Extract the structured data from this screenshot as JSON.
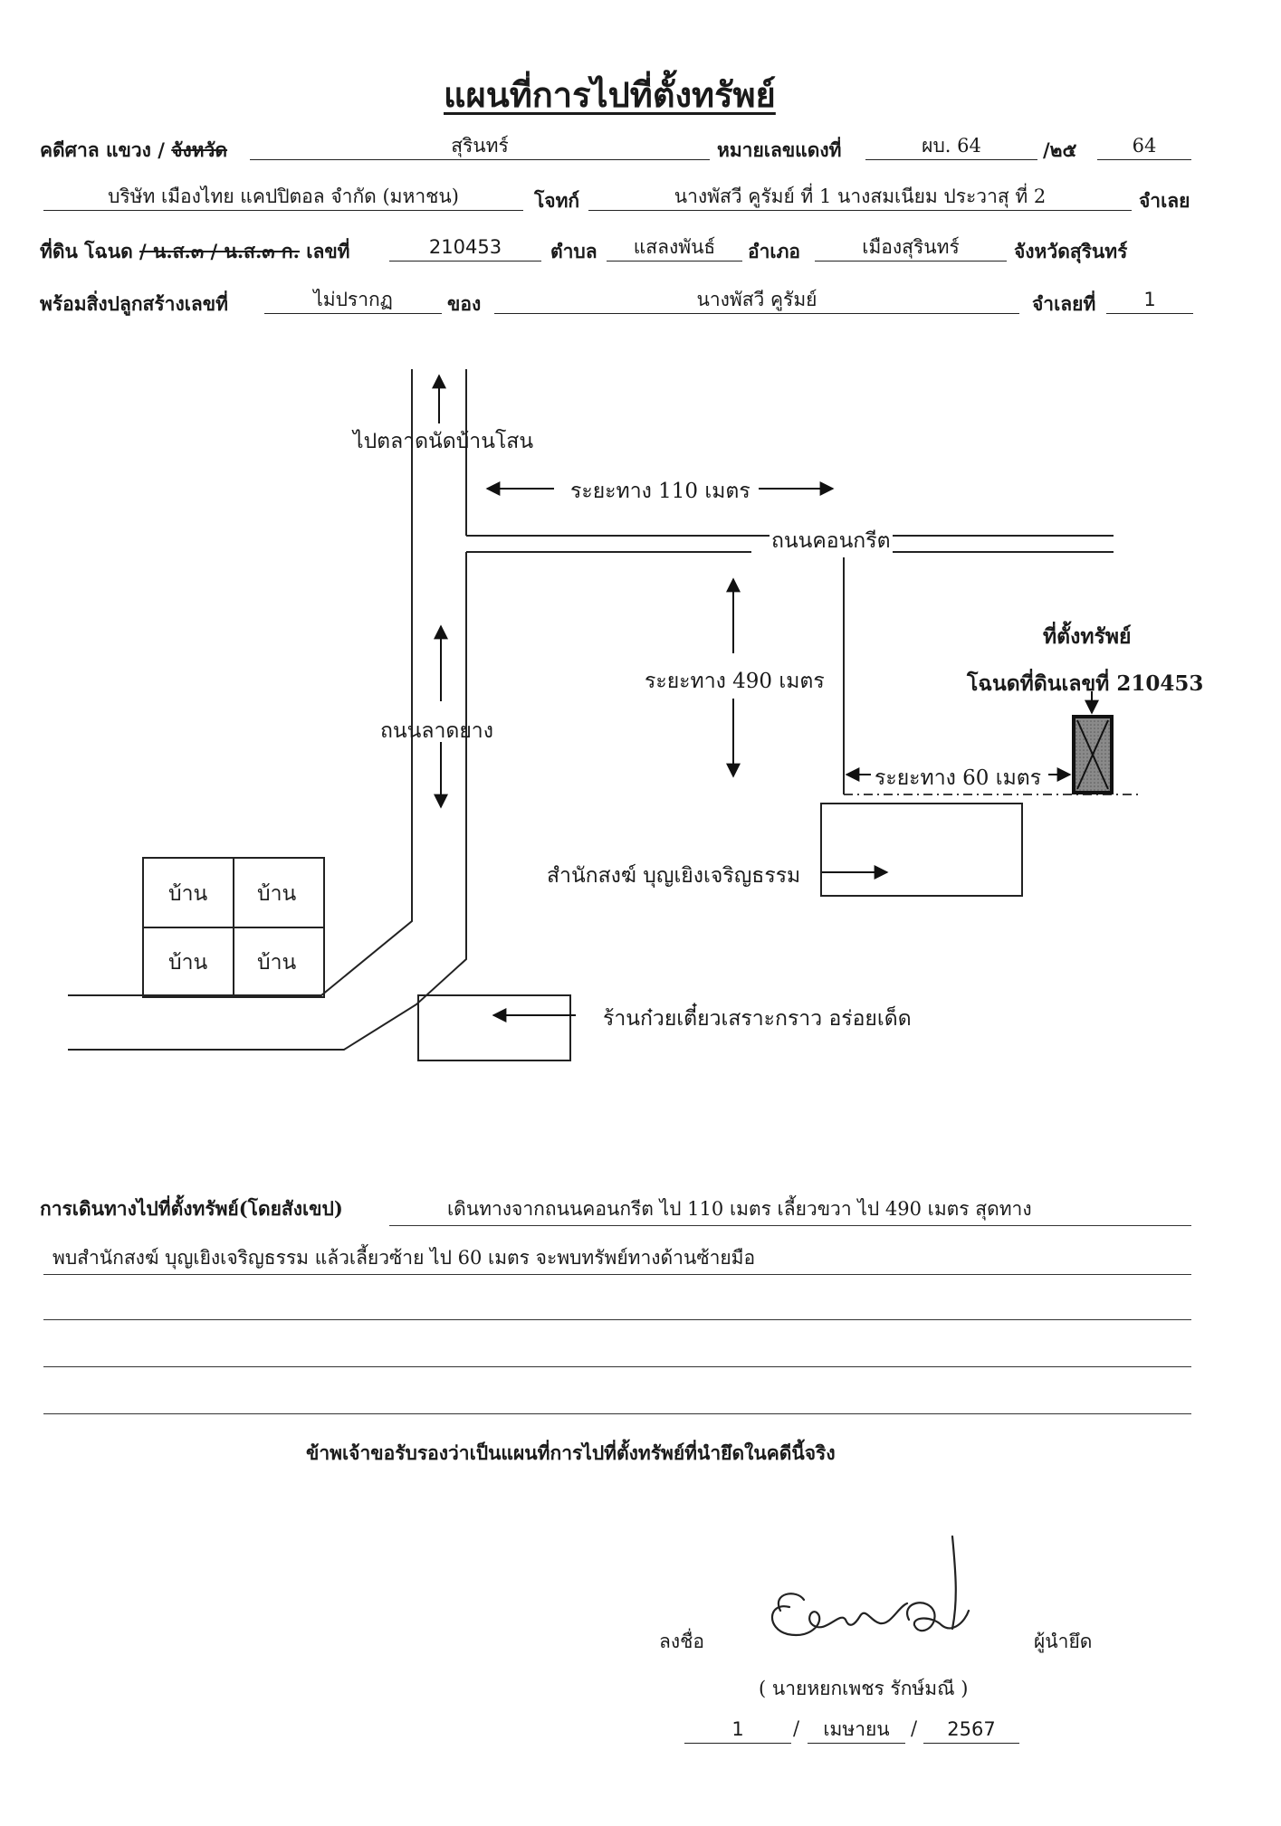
{
  "document": {
    "title": "แผนที่การไปที่ตั้งทรัพย์",
    "row1": {
      "court_label": "คดีศาล แขวง /",
      "court_struck": "จังหวัด",
      "court_value": "สุรินทร์",
      "red_case_label": "หมายเลขแดงที่",
      "red_case_prefix": "ผบ. 64",
      "red_case_mid": "/๒๕",
      "red_case_year": "64"
    },
    "row2": {
      "plaintiff": "บริษัท เมืองไทย แคปปิตอล จำกัด (มหาชน)",
      "plaintiff_label": "โจทก์",
      "defendants": "นางพัสวี คูรัมย์ ที่ 1 นางสมเนียม ประวาสุ ที่ 2",
      "defendant_label": "จำเลย"
    },
    "row3": {
      "land_label": "ที่ดิน โฉนด",
      "land_struck": "/ น.ส.๓ / น.ส.๓ ก.",
      "number_label": "เลขที่",
      "number_value": "210453",
      "subdistrict_label": "ตำบล",
      "subdistrict_value": "แสลงพันธ์",
      "district_label": "อำเภอ",
      "district_value": "เมืองสุรินทร์",
      "province_label": "จังหวัดสุรินทร์"
    },
    "row4": {
      "building_label": "พร้อมสิ่งปลูกสร้างเลขที่",
      "building_value": "ไม่ปรากฏ",
      "owner_label": "ของ",
      "owner_value": "นางพัสวี คูรัมย์",
      "defendant_no_label": "จำเลยที่",
      "defendant_no_value": "1"
    }
  },
  "map": {
    "to_market": "ไปตลาดนัดบ้านโสน",
    "distance_110": "ระยะทาง 110 เมตร",
    "concrete_road": "ถนนคอนกรีต",
    "distance_490": "ระยะทาง 490 เมตร",
    "asphalt_road": "ถนนลาดยาง",
    "property_location": "ที่ตั้งทรัพย์",
    "deed_label": "โฉนดที่ดินเลขที่ 210453",
    "distance_60": "ระยะทาง 60 เมตร",
    "monastery": "สำนักสงฆ์ บุญเยิงเจริญธรรม",
    "noodle_shop": "ร้านก๋วยเตี๋ยวเสราะกราว อร่อยเด็ด",
    "houses": [
      "บ้าน",
      "บ้าน",
      "บ้าน",
      "บ้าน"
    ]
  },
  "directions": {
    "label": "การเดินทางไปที่ตั้งทรัพย์(โดยสังเขป)",
    "line1": "เดินทางจากถนนคอนกรีต ไป 110 เมตร เลี้ยวขวา ไป 490 เมตร สุดทาง",
    "line2": "พบสำนักสงฆ์ บุญเยิงเจริญธรรม แล้วเลี้ยวซ้าย ไป 60 เมตร จะพบทรัพย์ทางด้านซ้ายมือ"
  },
  "certification": "ข้าพเจ้าขอรับรองว่าเป็นแผนที่การไปที่ตั้งทรัพย์ที่นำยึดในคดีนี้จริง",
  "signature": {
    "sign_label": "ลงชื่อ",
    "role": "ผู้นำยึด",
    "name": "( นายหยกเพชร รักษ์มณี )",
    "date_day": "1",
    "date_month": "เมษายน",
    "date_year": "2567"
  }
}
